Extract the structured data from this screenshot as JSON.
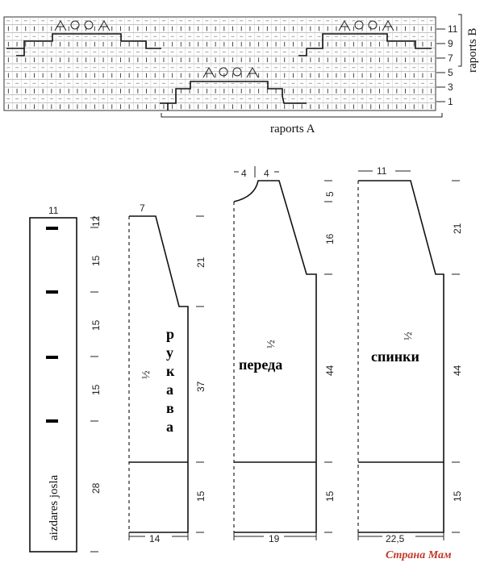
{
  "chart_labels": {
    "rows": [
      "11",
      "9",
      "7",
      "5",
      "3",
      "1"
    ],
    "raports_b": "raports B",
    "raports_a": "raports A"
  },
  "band": {
    "width": "11",
    "dims": [
      "12",
      "15",
      "15",
      "15",
      "28"
    ],
    "label": "aizdares josla"
  },
  "sleeve": {
    "top": "7",
    "bottom": "14",
    "dims": [
      "21",
      "37",
      "15"
    ],
    "half": "½",
    "label_letters": [
      "р",
      "у",
      "к",
      "а",
      "в",
      "а"
    ]
  },
  "front": {
    "top_left": "4",
    "top_right": "4",
    "bottom": "19",
    "dims": [
      "5",
      "16",
      "44",
      "15"
    ],
    "half": "½",
    "label": "переда"
  },
  "back": {
    "top": "11",
    "bottom": "22,5",
    "dims": [
      "21",
      "44",
      "15"
    ],
    "half": "½",
    "label": "спинки"
  },
  "watermark": "Страна Мам"
}
